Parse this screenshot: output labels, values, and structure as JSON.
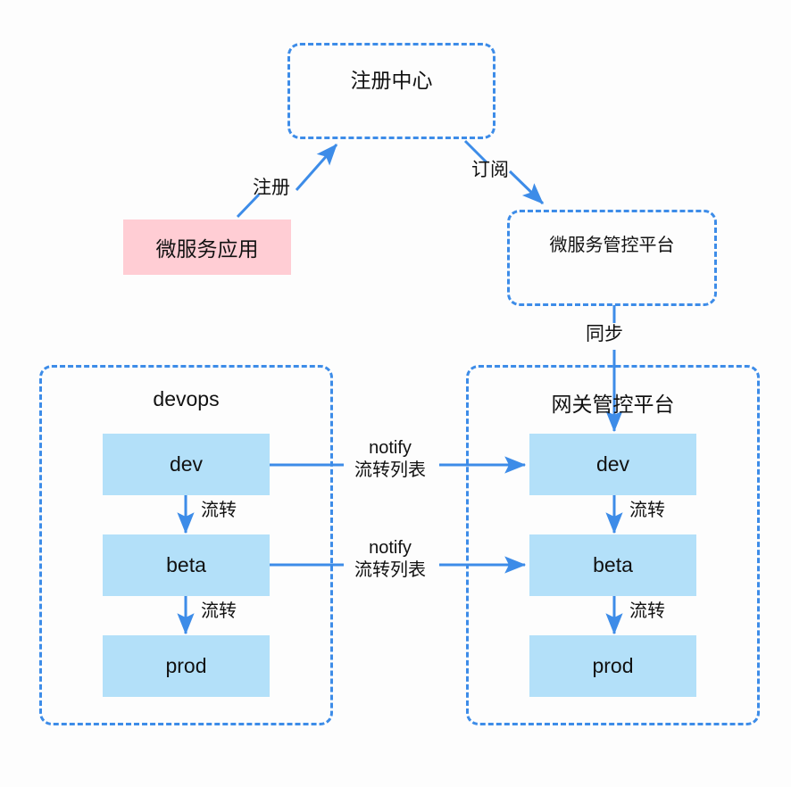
{
  "diagram": {
    "title_registry": "注册中心",
    "nodes": {
      "registry_center": "注册中心",
      "microservice_app": "微服务应用",
      "micro_manage_platform": "微服务管控平台",
      "devops_container": "devops",
      "gateway_container": "网关管控平台"
    },
    "devops_envs": [
      {
        "label": "dev"
      },
      {
        "label": "beta"
      },
      {
        "label": "prod"
      }
    ],
    "gateway_envs": [
      {
        "label": "dev"
      },
      {
        "label": "beta"
      },
      {
        "label": "prod"
      }
    ],
    "edges": {
      "register": "注册",
      "subscribe": "订阅",
      "sync": "同步",
      "flow_dev_beta_left": "流转",
      "flow_beta_prod_left": "流转",
      "flow_dev_beta_right": "流转",
      "flow_beta_prod_right": "流转",
      "notify_dev_line1": "notify",
      "notify_dev_line2": "流转列表",
      "notify_beta_line1": "notify",
      "notify_beta_line2": "流转列表"
    },
    "colors": {
      "accent_blue": "#3d8ce8",
      "env_fill": "#b3e0f9",
      "app_fill": "#ffcdd4",
      "text": "#111111",
      "background": "#fdfdfd"
    }
  }
}
